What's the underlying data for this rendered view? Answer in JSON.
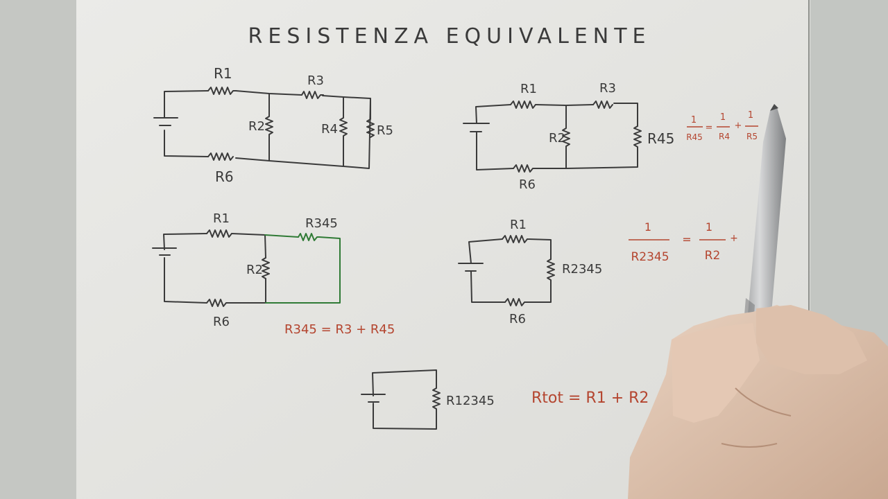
{
  "title": "RESISTENZA EQUIVALENTE",
  "colors": {
    "paper": "#e9e9e6",
    "ink": "#3a3a3a",
    "red": "#b4452f",
    "green": "#2f7a35"
  },
  "circuit1": {
    "r1": "R1",
    "r3": "R3",
    "r2": "R2",
    "r4": "R4",
    "r5": "R5",
    "r6": "R6"
  },
  "circuit2": {
    "r1": "R1",
    "r3": "R3",
    "r2": "R2",
    "r45": "R45",
    "r6": "R6"
  },
  "circuit3": {
    "r1": "R1",
    "r345": "R345",
    "r2": "R2",
    "r6": "R6"
  },
  "circuit4": {
    "r1": "R1",
    "r2345": "R2345",
    "r6": "R6"
  },
  "circuit5": {
    "r12345": "R12345"
  },
  "formula_r345": "R345 = R3 + R45",
  "formula_r45": {
    "lhs_num": "1",
    "lhs_den": "R45",
    "eq": "=",
    "t1_num": "1",
    "t1_den": "R4",
    "plus": "+",
    "t2_num": "1",
    "t2_den": "R5"
  },
  "formula_r2345": {
    "lhs_num": "1",
    "lhs_den": "R2345",
    "eq": "=",
    "t1_num": "1",
    "t1_den": "R2",
    "plus": "+"
  },
  "formula_rtot": "Rtot = R1 + R2"
}
